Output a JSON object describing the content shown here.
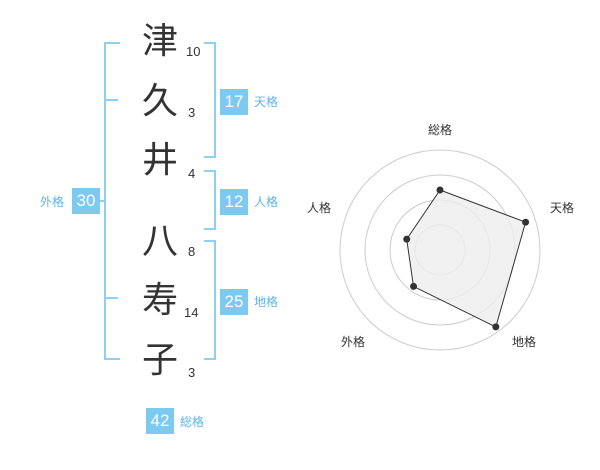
{
  "name": {
    "chars": [
      {
        "kanji": "津",
        "strokes": "10"
      },
      {
        "kanji": "久",
        "strokes": "3"
      },
      {
        "kanji": "井",
        "strokes": "4"
      },
      {
        "kanji": "八",
        "strokes": "8"
      },
      {
        "kanji": "寿",
        "strokes": "14"
      },
      {
        "kanji": "子",
        "strokes": "3"
      }
    ]
  },
  "fortune": {
    "tenkaku": {
      "value": "17",
      "label": "天格"
    },
    "jinkaku": {
      "value": "12",
      "label": "人格"
    },
    "chikaku": {
      "value": "25",
      "label": "地格"
    },
    "gaikaku": {
      "value": "30",
      "label": "外格"
    },
    "soukaku": {
      "value": "42",
      "label": "総格"
    }
  },
  "chart_data": {
    "type": "radar",
    "axes": [
      "総格",
      "天格",
      "地格",
      "外格",
      "人格"
    ],
    "values": [
      0.6,
      0.9,
      0.95,
      0.45,
      0.35
    ],
    "colors": {
      "fill": "#eeeeee",
      "line": "#333333",
      "grid": "#cccccc",
      "point": "#333333"
    }
  }
}
